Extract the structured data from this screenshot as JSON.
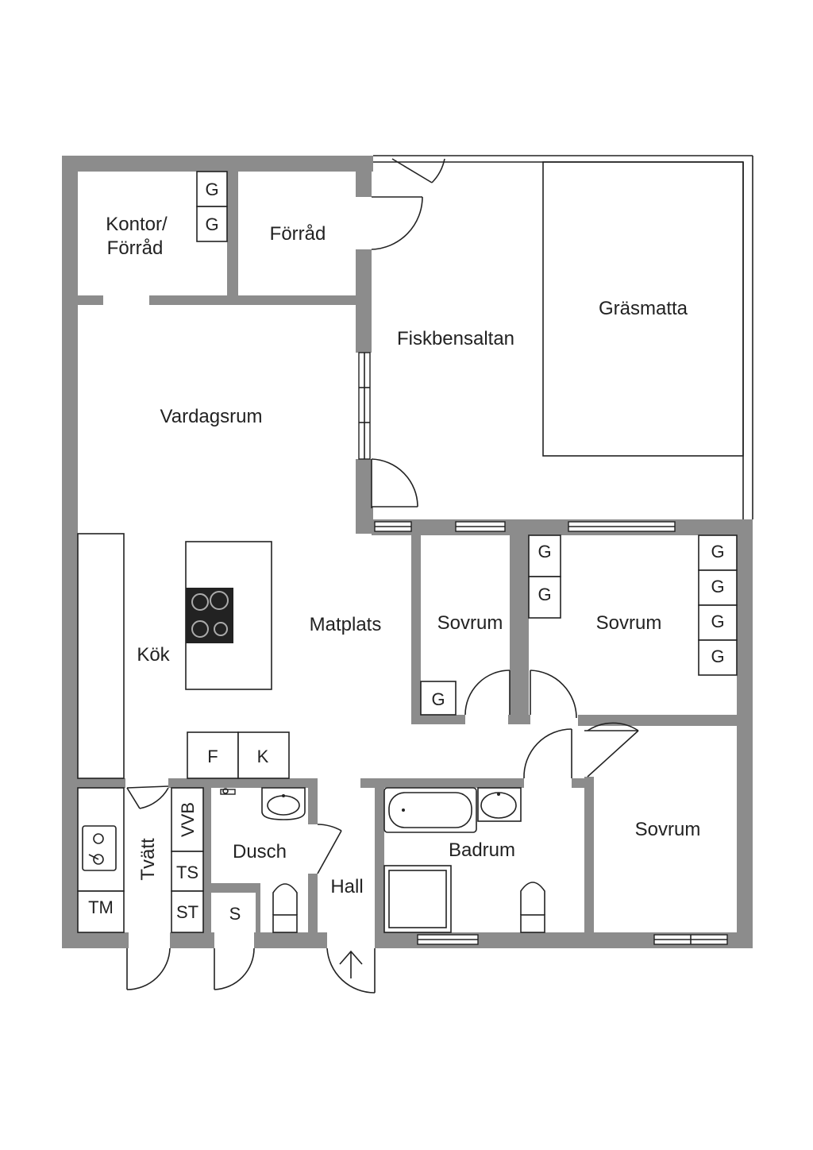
{
  "rooms": {
    "kontor_line1": "Kontor/",
    "kontor_line2": "Förråd",
    "forrad": "Förråd",
    "fiskbensaltan": "Fiskbensaltan",
    "grasmatta": "Gräsmatta",
    "vardagsrum": "Vardagsrum",
    "kok": "Kök",
    "matplats": "Matplats",
    "sovrum_1": "Sovrum",
    "sovrum_2": "Sovrum",
    "sovrum_3": "Sovrum",
    "dusch": "Dusch",
    "hall": "Hall",
    "badrum": "Badrum",
    "tvatt": "Tvätt"
  },
  "fixtures": {
    "closet": "G",
    "fridge": "F",
    "freezer": "K",
    "washer": "TM",
    "water_heater": "VVB",
    "dryer": "TS",
    "drying_cabinet": "ST",
    "storage": "S"
  },
  "icons": {
    "entrance": "arrow-up-icon",
    "stove": "cooktop-icon",
    "sink": "sink-icon",
    "toilet": "toilet-icon",
    "bathtub": "bathtub-icon",
    "shower": "shower-icon"
  },
  "colors": {
    "wall": "#8c8c8c",
    "line": "#222222",
    "background": "#ffffff"
  }
}
